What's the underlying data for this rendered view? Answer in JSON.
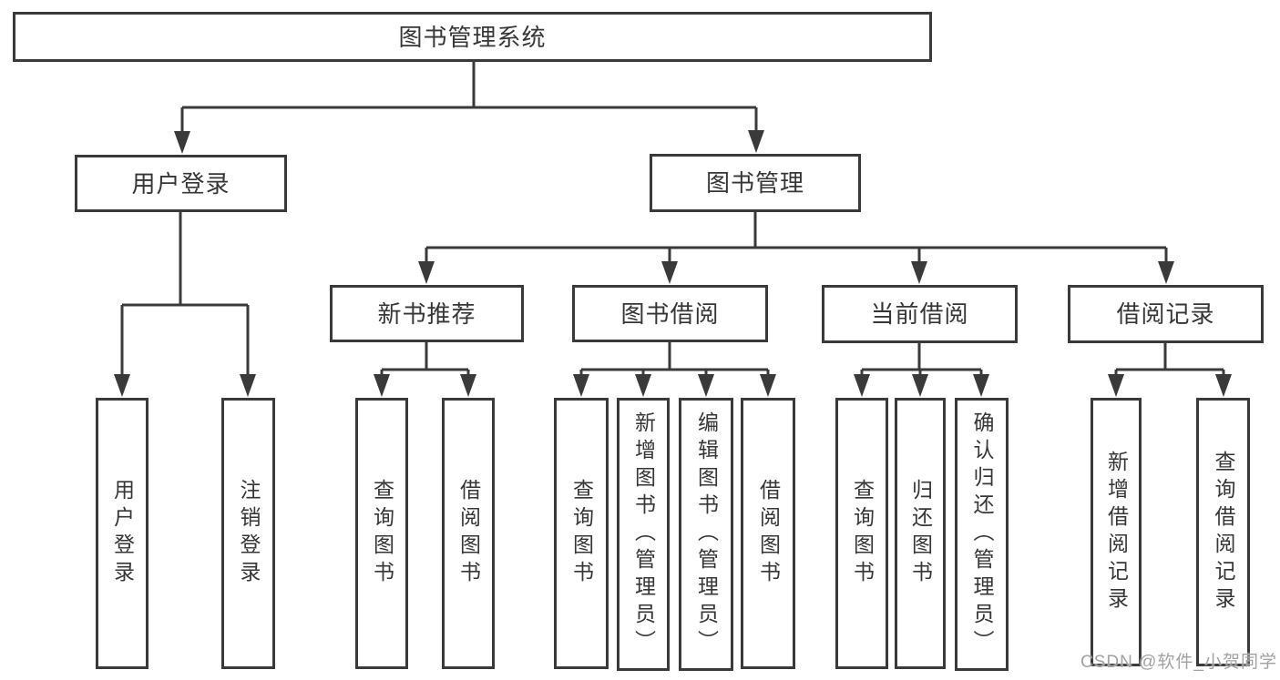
{
  "diagram": {
    "type": "hierarchy",
    "nodes": {
      "root": {
        "label": "图书管理系统"
      },
      "user_login": {
        "label": "用户登录",
        "children": {
          "login": "用户登录",
          "logout": "注销登录"
        }
      },
      "book_mgmt": {
        "label": "图书管理"
      },
      "new_book_rec": {
        "label": "新书推荐",
        "children": {
          "query_book": "查询图书",
          "borrow_book": "借阅图书"
        }
      },
      "book_borrow": {
        "label": "图书借阅",
        "children": {
          "query_book": "查询图书",
          "add_book": "新增图书（管理员）",
          "edit_book": "编辑图书（管理员）",
          "borrow_book": "借阅图书"
        }
      },
      "current_borrow": {
        "label": "当前借阅",
        "children": {
          "query_book": "查询图书",
          "return_book": "归还图书",
          "confirm_return": "确认归还（管理员）"
        }
      },
      "borrow_records": {
        "label": "借阅记录",
        "children": {
          "add_record": "新增借阅记录",
          "query_record": "查询借阅记录"
        }
      }
    },
    "colors": {
      "line": "#3a3a3a",
      "text": "#363636",
      "background": "#ffffff",
      "watermark_text": "#a2a2a2"
    }
  },
  "watermark": "CSDN @软件_小贺同学"
}
